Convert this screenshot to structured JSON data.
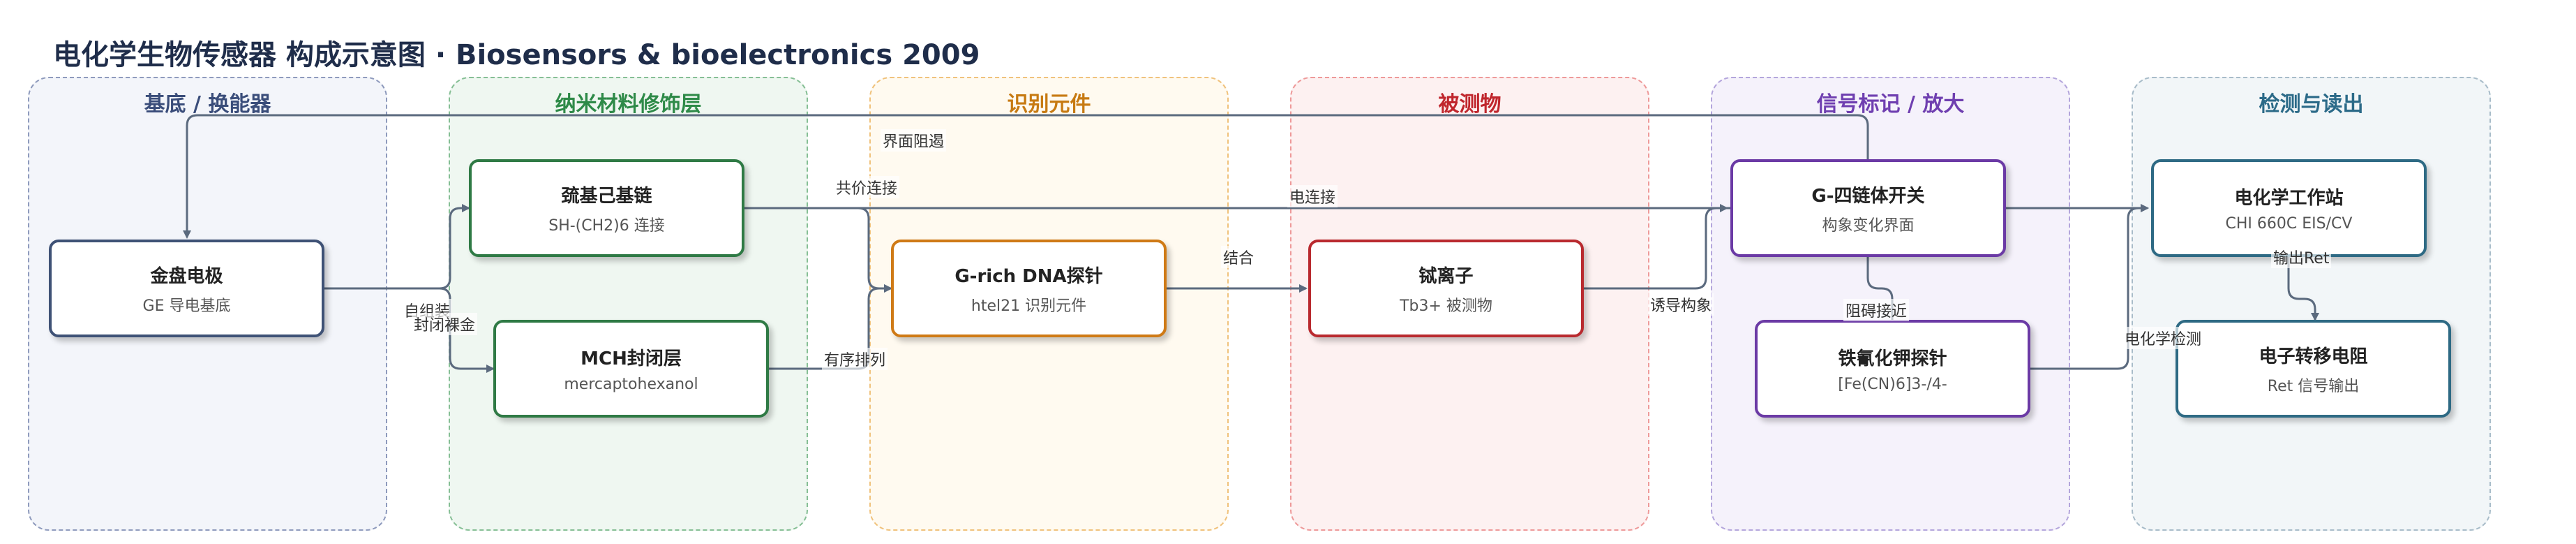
{
  "title": "电化学生物传感器 构成示意图 · Biosensors & bioelectronics 2009",
  "colors": {
    "edge": "#5b6a7e",
    "lanes": {
      "substrate": {
        "border": "#8f9bbd",
        "fill": "#f3f5fa",
        "title": "#3a4d7a"
      },
      "nano": {
        "border": "#86bf95",
        "fill": "#eff7f1",
        "title": "#2e8a48"
      },
      "recog": {
        "border": "#f0c27c",
        "fill": "#fffaf0",
        "title": "#c77a12"
      },
      "analyte": {
        "border": "#ee9a9a",
        "fill": "#fdf1f1",
        "title": "#c0262d"
      },
      "signal": {
        "border": "#b4a6dc",
        "fill": "#f5f2fb",
        "title": "#6f3fb0"
      },
      "detect": {
        "border": "#a8bcc9",
        "fill": "#f2f6f8",
        "title": "#2b6a88"
      }
    },
    "nodes": {
      "gold": "#3f5276",
      "nano": "#2f7a45",
      "recog": "#cf7a16",
      "analyte": "#b92a2f",
      "signal": "#6b3aa5",
      "detect": "#2e6a84"
    }
  },
  "lanes": [
    {
      "id": "substrate",
      "title": "基底 / 换能器"
    },
    {
      "id": "nano",
      "title": "纳米材料修饰层"
    },
    {
      "id": "recog",
      "title": "识别元件"
    },
    {
      "id": "analyte",
      "title": "被测物"
    },
    {
      "id": "signal",
      "title": "信号标记 / 放大"
    },
    {
      "id": "detect",
      "title": "检测与读出"
    }
  ],
  "nodes": {
    "gold": {
      "title": "金盘电极",
      "sub": "GE 导电基底"
    },
    "thiol": {
      "title": "巯基己基链",
      "sub": "SH-(CH2)6 连接"
    },
    "mch": {
      "title": "MCH封闭层",
      "sub": "mercaptohexanol"
    },
    "probe": {
      "title": "G-rich DNA探针",
      "sub": "htel21 识别元件"
    },
    "tb": {
      "title": "铽离子",
      "sub": "Tb3+ 被测物"
    },
    "gquad": {
      "title": "G-四链体开关",
      "sub": "构象变化界面"
    },
    "ferri": {
      "title": "铁氰化钾探针",
      "sub": "[Fe(CN)6]3-/4-"
    },
    "station": {
      "title": "电化学工作站",
      "sub": "CHI 660C EIS/CV"
    },
    "ret": {
      "title": "电子转移电阻",
      "sub": "Ret 信号输出"
    }
  },
  "edge_labels": {
    "self_assembly": "自组装",
    "blocking": "封闭裸金",
    "interface_barrier": "界面阻遏",
    "covalent": "共价连接",
    "ordered": "有序排列",
    "electric": "电连接",
    "binding": "结合",
    "induce": "诱导构象",
    "hinder": "阻碍接近",
    "output_ret": "输出Ret",
    "ec_detect": "电化学检测"
  }
}
